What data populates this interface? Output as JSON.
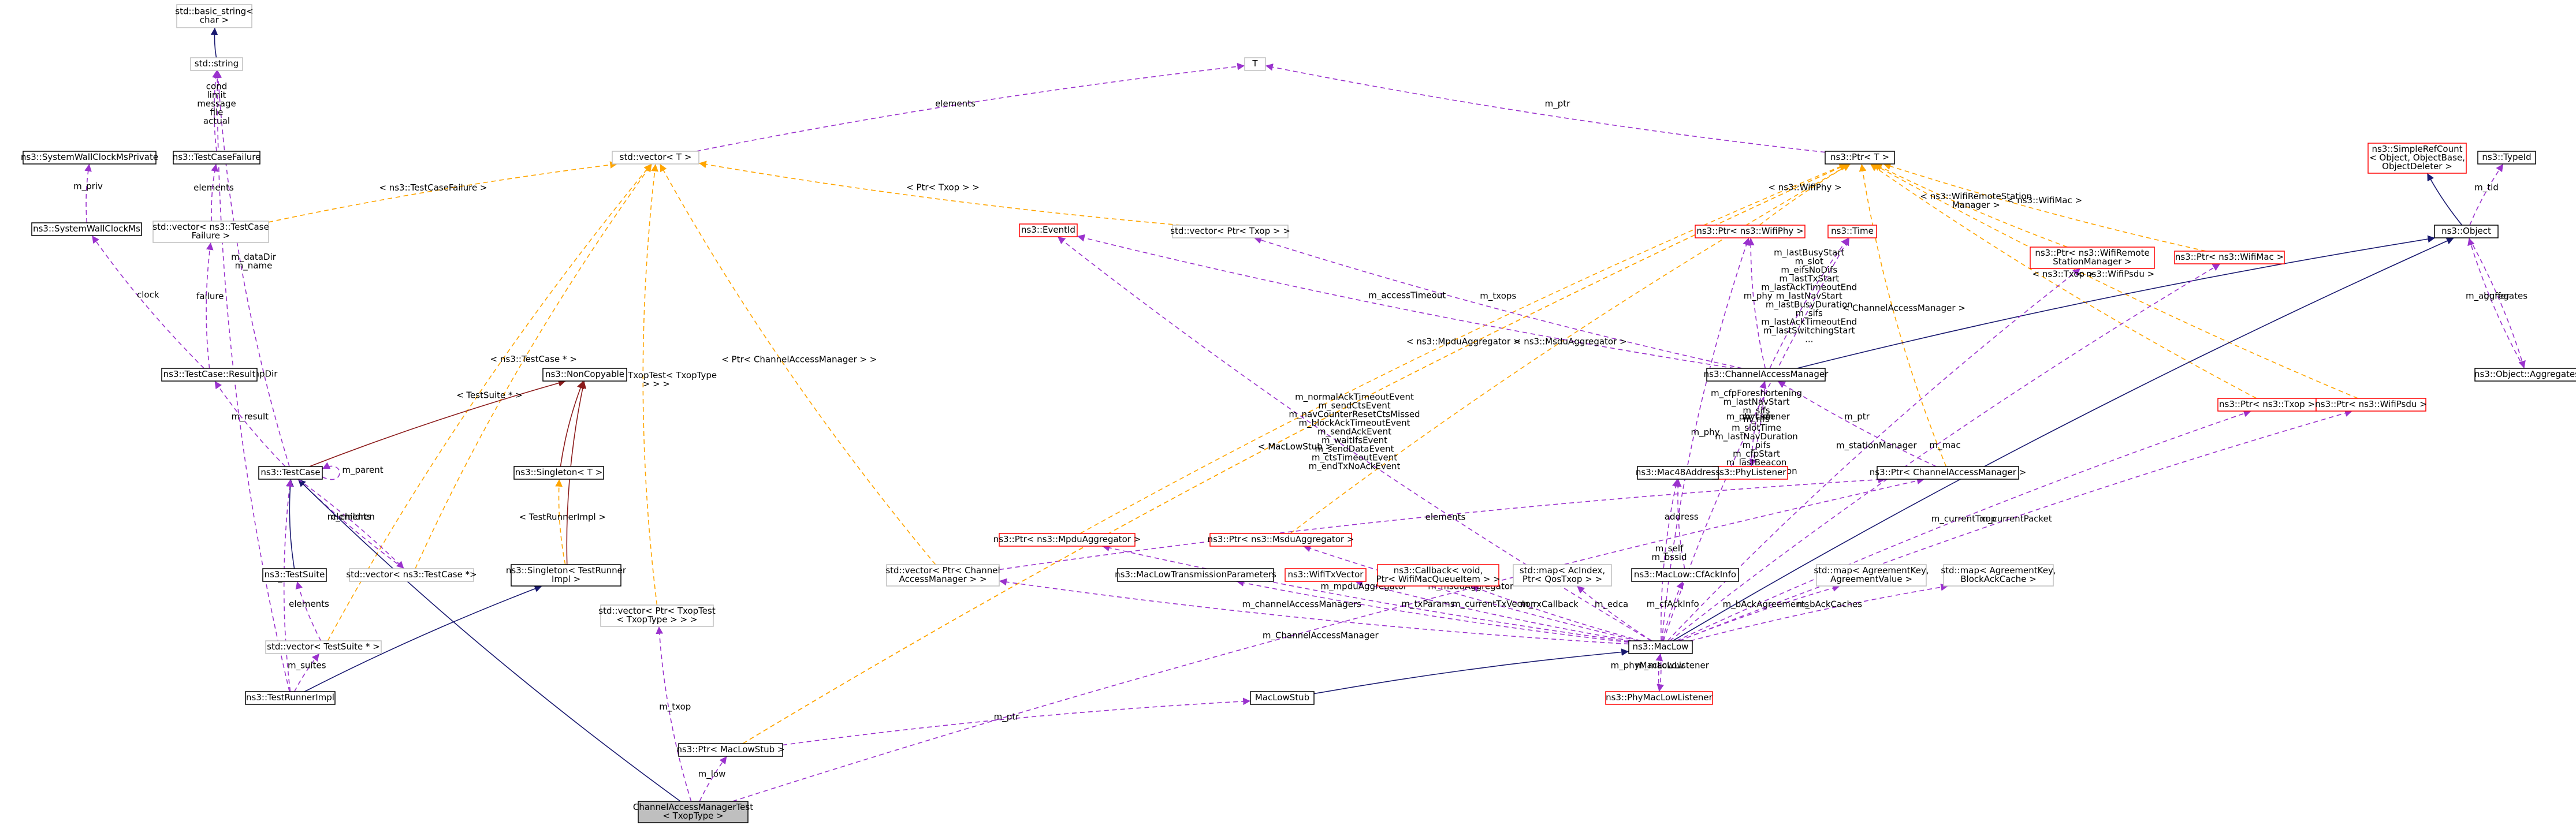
{
  "nodes": [
    {
      "id": "basic_string",
      "lines": [
        "std::basic_string<",
        "char >"
      ],
      "style": "gray"
    },
    {
      "id": "std_string",
      "lines": [
        "std::string"
      ],
      "style": "gray"
    },
    {
      "id": "T",
      "lines": [
        "T"
      ],
      "style": "gray"
    },
    {
      "id": "SystemWallClockMsPrivate",
      "lines": [
        "ns3::SystemWallClockMsPrivate"
      ],
      "style": "black"
    },
    {
      "id": "TestCaseFailure",
      "lines": [
        "ns3::TestCaseFailure"
      ],
      "style": "black"
    },
    {
      "id": "vector_T",
      "lines": [
        "std::vector< T >"
      ],
      "style": "gray"
    },
    {
      "id": "Ptr_T",
      "lines": [
        "ns3::Ptr< T >"
      ],
      "style": "black"
    },
    {
      "id": "SimpleRefCount",
      "lines": [
        "ns3::SimpleRefCount",
        "< Object, ObjectBase,",
        "ObjectDeleter >"
      ],
      "style": "red"
    },
    {
      "id": "TypeId",
      "lines": [
        "ns3::TypeId"
      ],
      "style": "black"
    },
    {
      "id": "SystemWallClockMs",
      "lines": [
        "ns3::SystemWallClockMs"
      ],
      "style": "black"
    },
    {
      "id": "vector_TestCaseFailure",
      "lines": [
        "std::vector< ns3::TestCase",
        "Failure >"
      ],
      "style": "gray"
    },
    {
      "id": "EventId",
      "lines": [
        "ns3::EventId"
      ],
      "style": "red"
    },
    {
      "id": "vector_Ptr_Txop",
      "lines": [
        "std::vector< Ptr< Txop > >"
      ],
      "style": "gray"
    },
    {
      "id": "Ptr_WifiPhy",
      "lines": [
        "ns3::Ptr< ns3::WifiPhy >"
      ],
      "style": "red"
    },
    {
      "id": "Time",
      "lines": [
        "ns3::Time"
      ],
      "style": "red"
    },
    {
      "id": "Object",
      "lines": [
        "ns3::Object"
      ],
      "style": "black"
    },
    {
      "id": "Ptr_WifiRemoteStationManager",
      "lines": [
        "ns3::Ptr< ns3::WifiRemote",
        "StationManager >"
      ],
      "style": "red"
    },
    {
      "id": "Ptr_WifiMac",
      "lines": [
        "ns3::Ptr< ns3::WifiMac >"
      ],
      "style": "red"
    },
    {
      "id": "TestCaseResult",
      "lines": [
        "ns3::TestCase::Result"
      ],
      "style": "black"
    },
    {
      "id": "NonCopyable",
      "lines": [
        "ns3::NonCopyable"
      ],
      "style": "black"
    },
    {
      "id": "ChannelAccessManager",
      "lines": [
        "ns3::ChannelAccessManager"
      ],
      "style": "black"
    },
    {
      "id": "ObjectAggregates",
      "lines": [
        "ns3::Object::Aggregates"
      ],
      "style": "black"
    },
    {
      "id": "Ptr_Txop",
      "lines": [
        "ns3::Ptr< ns3::Txop >"
      ],
      "style": "red"
    },
    {
      "id": "Ptr_WifiPsdu",
      "lines": [
        "ns3::Ptr< ns3::WifiPsdu >"
      ],
      "style": "red"
    },
    {
      "id": "TestCase",
      "lines": [
        "ns3::TestCase"
      ],
      "style": "black"
    },
    {
      "id": "Singleton",
      "lines": [
        "ns3::Singleton< T >"
      ],
      "style": "black"
    },
    {
      "id": "PhyListener",
      "lines": [
        "ns3::PhyListener"
      ],
      "style": "red"
    },
    {
      "id": "Mac48Address",
      "lines": [
        "ns3::Mac48Address"
      ],
      "style": "black"
    },
    {
      "id": "Ptr_ChannelAccessManager",
      "lines": [
        "ns3::Ptr< ChannelAccessManager >"
      ],
      "style": "black"
    },
    {
      "id": "Ptr_MpduAggregator",
      "lines": [
        "ns3::Ptr< ns3::MpduAggregator >"
      ],
      "style": "red"
    },
    {
      "id": "Ptr_MsduAggregator",
      "lines": [
        "ns3::Ptr< ns3::MsduAggregator >"
      ],
      "style": "red"
    },
    {
      "id": "TestSuite",
      "lines": [
        "ns3::TestSuite"
      ],
      "style": "black"
    },
    {
      "id": "vector_TestCasePtr",
      "lines": [
        "std::vector< ns3::TestCase *>"
      ],
      "style": "gray"
    },
    {
      "id": "Singleton_TestRunnerImpl",
      "lines": [
        "ns3::Singleton< TestRunner",
        "Impl >"
      ],
      "style": "black"
    },
    {
      "id": "vector_Ptr_ChannelAccessManager",
      "lines": [
        "std::vector< Ptr< Channel",
        "AccessManager > >"
      ],
      "style": "gray"
    },
    {
      "id": "MacLowTransmissionParameters",
      "lines": [
        "ns3::MacLowTransmissionParameters"
      ],
      "style": "black"
    },
    {
      "id": "WifiTxVector",
      "lines": [
        "ns3::WifiTxVector"
      ],
      "style": "red"
    },
    {
      "id": "Callback",
      "lines": [
        "ns3::Callback< void,",
        "Ptr< WifiMacQueueItem > >"
      ],
      "style": "red"
    },
    {
      "id": "map_AcIndex",
      "lines": [
        "std::map< AcIndex,",
        "Ptr< QosTxop > >"
      ],
      "style": "gray"
    },
    {
      "id": "CfAckInfo",
      "lines": [
        "ns3::MacLow::CfAckInfo"
      ],
      "style": "black"
    },
    {
      "id": "map_AgreementValue",
      "lines": [
        "std::map< AgreementKey,",
        "AgreementValue >"
      ],
      "style": "gray"
    },
    {
      "id": "map_BlockAckCache",
      "lines": [
        "std::map< AgreementKey,",
        "BlockAckCache >"
      ],
      "style": "gray"
    },
    {
      "id": "vector_TestSuitePtr",
      "lines": [
        "std::vector< TestSuite * >"
      ],
      "style": "gray"
    },
    {
      "id": "vector_Ptr_TxopTest",
      "lines": [
        "std::vector< Ptr< TxopTest",
        "< TxopType > > >"
      ],
      "style": "gray"
    },
    {
      "id": "MacLow",
      "lines": [
        "ns3::MacLow"
      ],
      "style": "black"
    },
    {
      "id": "TestRunnerImpl",
      "lines": [
        "ns3::TestRunnerImpl"
      ],
      "style": "black"
    },
    {
      "id": "MacLowStub",
      "lines": [
        "MacLowStub"
      ],
      "style": "black"
    },
    {
      "id": "PhyMacLowListener",
      "lines": [
        "ns3::PhyMacLowListener"
      ],
      "style": "red"
    },
    {
      "id": "Ptr_MacLowStub",
      "lines": [
        "ns3::Ptr< MacLowStub >"
      ],
      "style": "black"
    },
    {
      "id": "ChannelAccessManagerTest",
      "lines": [
        "ChannelAccessManagerTest",
        "< TxopType >"
      ],
      "style": "focus"
    }
  ],
  "edges": [
    {
      "from": "basic_string",
      "to": "std_string",
      "kind": "inherit",
      "lines": []
    },
    {
      "from": "std_string",
      "to": "TestCaseFailure",
      "kind": "use",
      "lines": [
        "cond",
        "limit",
        "message",
        "file",
        "actual"
      ]
    },
    {
      "from": "std_string",
      "to": "TestCase",
      "kind": "use",
      "lines": [
        "m_dataDir",
        "m_name"
      ]
    },
    {
      "from": "std_string",
      "to": "TestRunnerImpl",
      "kind": "use",
      "lines": [
        "m_tempDir"
      ]
    },
    {
      "from": "T",
      "to": "vector_T",
      "kind": "use",
      "lines": [
        "elements"
      ]
    },
    {
      "from": "T",
      "to": "Ptr_T",
      "kind": "use",
      "lines": [
        "m_ptr"
      ]
    },
    {
      "from": "SystemWallClockMsPrivate",
      "to": "SystemWallClockMs",
      "kind": "use",
      "lines": [
        "m_priv"
      ]
    },
    {
      "from": "TestCaseFailure",
      "to": "vector_TestCaseFailure",
      "kind": "use",
      "lines": [
        "elements"
      ]
    },
    {
      "from": "vector_T",
      "to": "vector_TestCaseFailure",
      "kind": "template",
      "lines": [
        "< ns3::TestCaseFailure >"
      ]
    },
    {
      "from": "vector_T",
      "to": "vector_Ptr_Txop",
      "kind": "template",
      "lines": [
        "< Ptr< Txop > >"
      ]
    },
    {
      "from": "vector_T",
      "to": "vector_TestCasePtr",
      "kind": "template",
      "lines": [
        "< ns3::TestCase * >"
      ]
    },
    {
      "from": "vector_T",
      "to": "vector_TestSuitePtr",
      "kind": "template",
      "lines": [
        "< TestSuite * >"
      ]
    },
    {
      "from": "vector_T",
      "to": "vector_Ptr_ChannelAccessManager",
      "kind": "template",
      "lines": [
        "< Ptr< ChannelAccessManager > >"
      ]
    },
    {
      "from": "vector_T",
      "to": "vector_Ptr_TxopTest",
      "kind": "template",
      "lines": [
        "< Ptr< TxopTest< TxopType",
        "> > >"
      ]
    },
    {
      "from": "Ptr_T",
      "to": "Ptr_WifiPhy",
      "kind": "template",
      "lines": [
        "< ns3::WifiPhy >"
      ]
    },
    {
      "from": "Ptr_T",
      "to": "Ptr_WifiRemoteStationManager",
      "kind": "template",
      "lines": [
        "< ns3::WifiRemoteStation",
        "Manager >"
      ]
    },
    {
      "from": "Ptr_T",
      "to": "Ptr_WifiMac",
      "kind": "template",
      "lines": [
        "< ns3::WifiMac >"
      ]
    },
    {
      "from": "Ptr_T",
      "to": "Ptr_Txop",
      "kind": "template",
      "lines": [
        "< ns3::Txop >"
      ]
    },
    {
      "from": "Ptr_T",
      "to": "Ptr_WifiPsdu",
      "kind": "template",
      "lines": [
        "< ns3::WifiPsdu >"
      ]
    },
    {
      "from": "Ptr_T",
      "to": "Ptr_ChannelAccessManager",
      "kind": "template",
      "lines": [
        "< ChannelAccessManager >"
      ]
    },
    {
      "from": "Ptr_T",
      "to": "Ptr_MpduAggregator",
      "kind": "template",
      "lines": [
        "< ns3::MpduAggregator >"
      ]
    },
    {
      "from": "Ptr_T",
      "to": "Ptr_MsduAggregator",
      "kind": "template",
      "lines": [
        "< ns3::MsduAggregator >"
      ]
    },
    {
      "from": "Ptr_T",
      "to": "Ptr_MacLowStub",
      "kind": "template",
      "lines": [
        "< MacLowStub >"
      ]
    },
    {
      "from": "SimpleRefCount",
      "to": "Object",
      "kind": "inherit",
      "lines": []
    },
    {
      "from": "TypeId",
      "to": "Object",
      "kind": "use",
      "lines": [
        "m_tid"
      ]
    },
    {
      "from": "SystemWallClockMs",
      "to": "TestCaseResult",
      "kind": "use",
      "lines": [
        "clock"
      ]
    },
    {
      "from": "vector_TestCaseFailure",
      "to": "TestCaseResult",
      "kind": "use",
      "lines": [
        "failure"
      ]
    },
    {
      "from": "EventId",
      "to": "ChannelAccessManager",
      "kind": "use",
      "lines": [
        "m_accessTimeout"
      ]
    },
    {
      "from": "EventId",
      "to": "MacLow",
      "kind": "use",
      "lines": [
        "m_normalAckTimeoutEvent",
        "m_sendCtsEvent",
        "m_navCounterResetCtsMissed",
        "m_blockAckTimeoutEvent",
        "m_sendAckEvent",
        "m_waitIfsEvent",
        "m_sendDataEvent",
        "m_ctsTimeoutEvent",
        "m_endTxNoAckEvent"
      ]
    },
    {
      "from": "vector_Ptr_Txop",
      "to": "ChannelAccessManager",
      "kind": "use",
      "lines": [
        "m_txops"
      ]
    },
    {
      "from": "Ptr_WifiPhy",
      "to": "ChannelAccessManager",
      "kind": "use",
      "lines": [
        "m_phy"
      ]
    },
    {
      "from": "Ptr_WifiPhy",
      "to": "MacLow",
      "kind": "use",
      "lines": [
        "m_phy"
      ]
    },
    {
      "from": "Time",
      "to": "ChannelAccessManager",
      "kind": "use",
      "lines": [
        "m_lastBusyStart",
        "m_slot",
        "m_eifsNoDifs",
        "m_lastTxStart",
        "m_lastAckTimeoutEnd",
        "m_lastNavStart",
        "m_lastBusyDuration",
        "m_sifs",
        "m_lastAckTimeoutEnd",
        "m_lastSwitchingStart",
        "..."
      ]
    },
    {
      "from": "Time",
      "to": "MacLow",
      "kind": "use",
      "lines": [
        "m_cfpForeshortening",
        "m_lastNavStart",
        "m_sifs",
        "m_rifs",
        "m_slotTime",
        "m_lastNavDuration",
        "m_pifs",
        "m_cfpStart",
        "m_lastBeacon",
        "m_cfpMaxDuration"
      ]
    },
    {
      "from": "Object",
      "to": "ChannelAccessManager",
      "kind": "inherit",
      "lines": []
    },
    {
      "from": "Object",
      "to": "MacLow",
      "kind": "inherit",
      "lines": []
    },
    {
      "from": "Object",
      "to": "ObjectAggregates",
      "kind": "use",
      "lines": [
        "m_aggregates"
      ]
    },
    {
      "from": "ObjectAggregates",
      "to": "Object",
      "kind": "use",
      "lines": [
        "buffer"
      ]
    },
    {
      "from": "Ptr_WifiRemoteStationManager",
      "to": "MacLow",
      "kind": "use",
      "lines": [
        "m_stationManager"
      ]
    },
    {
      "from": "Ptr_WifiMac",
      "to": "MacLow",
      "kind": "use",
      "lines": [
        "m_mac"
      ]
    },
    {
      "from": "TestCaseResult",
      "to": "TestCase",
      "kind": "use",
      "lines": [
        "m_result"
      ]
    },
    {
      "from": "NonCopyable",
      "to": "TestCase",
      "kind": "inherit",
      "lines": []
    },
    {
      "from": "NonCopyable",
      "to": "Singleton",
      "kind": "inherit",
      "lines": []
    },
    {
      "from": "NonCopyable",
      "to": "Singleton_TestRunnerImpl",
      "kind": "inherit",
      "lines": []
    },
    {
      "from": "ChannelAccessManager",
      "to": "PhyListener",
      "kind": "use",
      "lines": [
        "m_cam"
      ]
    },
    {
      "from": "PhyListener",
      "to": "ChannelAccessManager",
      "kind": "use",
      "lines": [
        "m_phyListener"
      ]
    },
    {
      "from": "ChannelAccessManager",
      "to": "Ptr_ChannelAccessManager",
      "kind": "use",
      "lines": [
        "m_ptr"
      ]
    },
    {
      "from": "Ptr_Txop",
      "to": "MacLow",
      "kind": "use",
      "lines": [
        "m_currentTxop"
      ]
    },
    {
      "from": "Ptr_WifiPsdu",
      "to": "MacLow",
      "kind": "use",
      "lines": [
        "m_currentPacket"
      ]
    },
    {
      "from": "TestCase",
      "to": "TestCase",
      "kind": "use",
      "lines": [
        "m_parent"
      ]
    },
    {
      "from": "TestCase",
      "to": "TestSuite",
      "kind": "inherit",
      "lines": []
    },
    {
      "from": "TestCase",
      "to": "vector_TestCasePtr",
      "kind": "use",
      "lines": [
        "elements"
      ]
    },
    {
      "from": "TestCase",
      "to": "TestRunnerImpl",
      "kind": "use",
      "lines": [
        "m_runner"
      ]
    },
    {
      "from": "TestCase",
      "to": "ChannelAccessManagerTest",
      "kind": "inherit",
      "lines": []
    },
    {
      "from": "Singleton",
      "to": "Singleton_TestRunnerImpl",
      "kind": "template",
      "lines": [
        "< TestRunnerImpl >"
      ]
    },
    {
      "from": "Mac48Address",
      "to": "MacLow",
      "kind": "use",
      "lines": [
        "m_self",
        "m_bssid"
      ]
    },
    {
      "from": "Ptr_ChannelAccessManager",
      "to": "vector_Ptr_ChannelAccessManager",
      "kind": "use",
      "lines": [
        "elements"
      ]
    },
    {
      "from": "Ptr_ChannelAccessManager",
      "to": "ChannelAccessManagerTest",
      "kind": "use",
      "lines": [
        "m_ChannelAccessManager"
      ]
    },
    {
      "from": "Ptr_MpduAggregator",
      "to": "MacLow",
      "kind": "use",
      "lines": [
        "m_mpduAggregator"
      ]
    },
    {
      "from": "Ptr_MsduAggregator",
      "to": "MacLow",
      "kind": "use",
      "lines": [
        "m_msduAggregator"
      ]
    },
    {
      "from": "TestSuite",
      "to": "vector_TestSuitePtr",
      "kind": "use",
      "lines": [
        "elements"
      ]
    },
    {
      "from": "vector_TestCasePtr",
      "to": "TestCase",
      "kind": "use",
      "lines": [
        "m_children"
      ]
    },
    {
      "from": "Singleton_TestRunnerImpl",
      "to": "TestRunnerImpl",
      "kind": "inherit",
      "lines": []
    },
    {
      "from": "vector_Ptr_ChannelAccessManager",
      "to": "MacLow",
      "kind": "use",
      "lines": [
        "m_channelAccessManagers"
      ]
    },
    {
      "from": "MacLowTransmissionParameters",
      "to": "MacLow",
      "kind": "use",
      "lines": [
        "m_txParams"
      ]
    },
    {
      "from": "WifiTxVector",
      "to": "MacLow",
      "kind": "use",
      "lines": [
        "m_currentTxVector"
      ]
    },
    {
      "from": "Callback",
      "to": "MacLow",
      "kind": "use",
      "lines": [
        "m_rxCallback"
      ]
    },
    {
      "from": "map_AcIndex",
      "to": "MacLow",
      "kind": "use",
      "lines": [
        "m_edca"
      ]
    },
    {
      "from": "CfAckInfo",
      "to": "MacLow",
      "kind": "use",
      "lines": [
        "m_cfAckInfo"
      ]
    },
    {
      "from": "Mac48Address",
      "to": "CfAckInfo",
      "kind": "use",
      "lines": [
        "address"
      ]
    },
    {
      "from": "map_AgreementValue",
      "to": "MacLow",
      "kind": "use",
      "lines": [
        "m_bAckAgreements"
      ]
    },
    {
      "from": "map_BlockAckCache",
      "to": "MacLow",
      "kind": "use",
      "lines": [
        "m_bAckCaches"
      ]
    },
    {
      "from": "vector_TestSuitePtr",
      "to": "TestRunnerImpl",
      "kind": "use",
      "lines": [
        "m_suites"
      ]
    },
    {
      "from": "vector_Ptr_TxopTest",
      "to": "ChannelAccessManagerTest",
      "kind": "use",
      "lines": [
        "m_txop"
      ]
    },
    {
      "from": "MacLow",
      "to": "MacLowStub",
      "kind": "inherit",
      "lines": []
    },
    {
      "from": "MacLow",
      "to": "PhyMacLowListener",
      "kind": "use",
      "lines": [
        "m_phyMacLowListener"
      ]
    },
    {
      "from": "PhyMacLowListener",
      "to": "MacLow",
      "kind": "use",
      "lines": [
        "m_macLow"
      ]
    },
    {
      "from": "MacLowStub",
      "to": "Ptr_MacLowStub",
      "kind": "use",
      "lines": [
        "m_ptr"
      ]
    },
    {
      "from": "Ptr_MacLowStub",
      "to": "ChannelAccessManagerTest",
      "kind": "use",
      "lines": [
        "m_low"
      ]
    },
    {
      "from": "Ptr_T",
      "to": "Ptr_MacLowStub",
      "kind": "template",
      "lines": [
        "< MacLowStub >"
      ]
    }
  ],
  "colors": {
    "inherit": "#191970",
    "use": "#9a32cd",
    "template": "#ffa500",
    "node_black": "#000000",
    "node_gray": "#bfbfbf",
    "node_red": "#ff0000",
    "focus_fill": "#bfbfbf",
    "arrow_nc": "#8b1a1a"
  }
}
